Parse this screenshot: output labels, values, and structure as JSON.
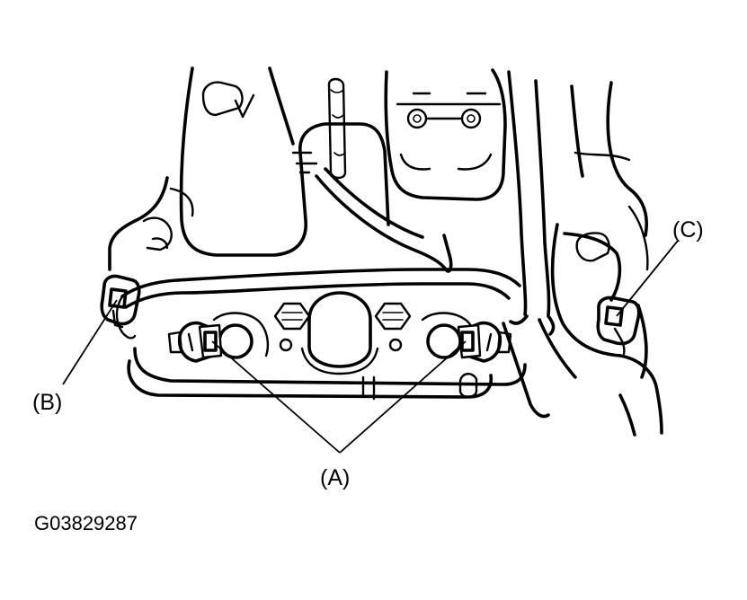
{
  "diagram": {
    "callouts": {
      "a": "(A)",
      "b": "(B)",
      "c": "(C)"
    },
    "figure_code": "G03829287"
  }
}
